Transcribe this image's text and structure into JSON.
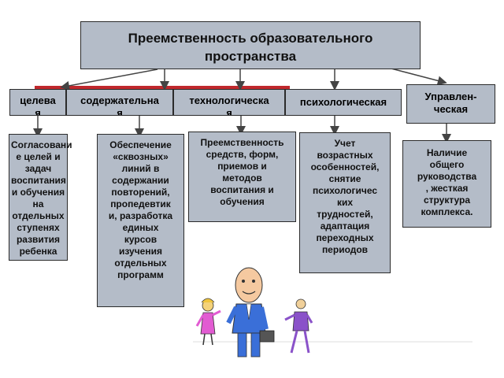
{
  "title": {
    "line1": "Преемственность образовательного",
    "line2": "пространства"
  },
  "categories": [
    {
      "line1": "целева",
      "line2": "я"
    },
    {
      "line1": "содержательна",
      "line2": "я"
    },
    {
      "line1": "технологическа",
      "line2": "я"
    },
    {
      "line1": "психологическая",
      "line2": ""
    },
    {
      "line1": "Управлен-",
      "line2": "ческая"
    }
  ],
  "descriptions": [
    [
      "Согласовани",
      "е целей и",
      "задач",
      "воспитания",
      "и обучения",
      "на",
      "отдельных",
      "ступенях",
      "развития",
      "ребенка"
    ],
    [
      "Обеспечение",
      "«сквозных»",
      "линий в",
      "содержании",
      "повторений,",
      "пропедевтик",
      "и, разработка",
      "единых",
      "курсов",
      "изучения",
      "отдельных",
      "программ"
    ],
    [
      "Преемственность",
      "средств, форм,",
      "приемов и",
      "методов",
      "воспитания и",
      "обучения"
    ],
    [
      "Учет",
      "возрастных",
      "особенностей,",
      "снятие",
      "психологичес",
      "ких",
      "трудностей,",
      "адаптация",
      "переходных",
      "периодов"
    ],
    [
      "Наличие",
      "общего",
      "руководства",
      ", жесткая",
      "структура",
      "комплекса."
    ]
  ],
  "colors": {
    "box_fill": "#b4bcc8",
    "accent_line": "#c0282d",
    "border": "#2b2b2b"
  },
  "illustration": "cartoon-people-icon"
}
